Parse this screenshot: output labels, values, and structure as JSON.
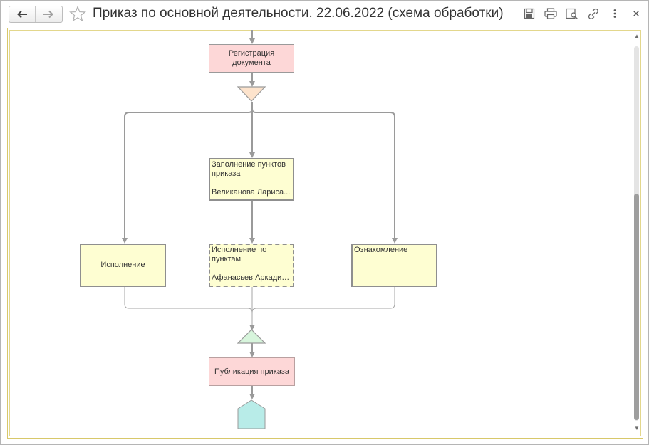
{
  "window": {
    "title": "Приказ по основной деятельности. 22.06.2022 (схема обработки)"
  },
  "toolbar": {
    "back_icon": "arrow-left-icon",
    "forward_icon": "arrow-right-icon",
    "favorite_icon": "star-icon",
    "save_icon": "save-icon",
    "print_icon": "print-icon",
    "preview_icon": "preview-icon",
    "link_icon": "link-icon",
    "more_icon": "more-vertical-icon",
    "close_icon": "close-icon"
  },
  "diagram": {
    "nodes": {
      "registration": {
        "line1": "Регистрация",
        "line2": "документа"
      },
      "fill": {
        "line1": "Заполнение пунктов",
        "line2": "приказа",
        "person": "Великанова Лариса..."
      },
      "execution": {
        "label": "Исполнение"
      },
      "execution_items": {
        "line1": "Исполнение по",
        "line2": "пунктам",
        "person": "Афанасьев Аркадий ..."
      },
      "acquaintance": {
        "label": "Ознакомление"
      },
      "publication": {
        "label": "Публикация приказа"
      }
    },
    "colors": {
      "action_fill": "#fdd7d7",
      "task_fill": "#fefed2",
      "split_fill": "#fde3cc",
      "join_fill": "#d7f5dc",
      "end_fill": "#b8ece8",
      "connector": "#9a9a9a"
    }
  }
}
